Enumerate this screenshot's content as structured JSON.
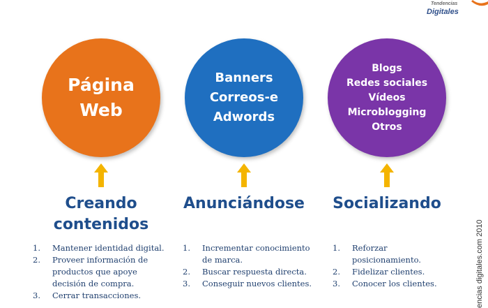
{
  "brand": {
    "small": "Tendencias",
    "big": "Digitales"
  },
  "colors": {
    "orange": "#e8731b",
    "blue": "#1f6fc0",
    "purple": "#7a35a8",
    "arrow": "#f4b400",
    "heading": "#1f4e8c"
  },
  "columns": [
    {
      "circle_lines": [
        "Página",
        "Web"
      ],
      "heading_lines": [
        "Creando",
        "contenidos"
      ],
      "items": [
        {
          "num": "1.",
          "lines": [
            "Mantener identidad digital."
          ]
        },
        {
          "num": "2.",
          "lines": [
            "Proveer información de",
            "productos que apoye",
            "decisión de compra."
          ]
        },
        {
          "num": "3.",
          "lines": [
            "Cerrar transacciones."
          ]
        }
      ]
    },
    {
      "circle_lines": [
        "Banners",
        "Correos-e",
        "Adwords"
      ],
      "heading_lines": [
        "Anunciándose"
      ],
      "items": [
        {
          "num": "1.",
          "lines": [
            "Incrementar conocimiento",
            "de marca."
          ]
        },
        {
          "num": "2.",
          "lines": [
            "Buscar respuesta directa."
          ]
        },
        {
          "num": "3.",
          "lines": [
            "Conseguir nuevos clientes."
          ]
        }
      ]
    },
    {
      "circle_lines": [
        "Blogs",
        "Redes sociales",
        "Vídeos",
        "Microblogging",
        "Otros"
      ],
      "heading_lines": [
        "Socializando"
      ],
      "items": [
        {
          "num": "1.",
          "lines": [
            "Reforzar",
            "posicionamiento."
          ]
        },
        {
          "num": "2.",
          "lines": [
            "Fidelizar clientes."
          ]
        },
        {
          "num": "3.",
          "lines": [
            "Conocer los clientes."
          ]
        }
      ]
    }
  ],
  "side_text": "encias digitales.com 2010"
}
